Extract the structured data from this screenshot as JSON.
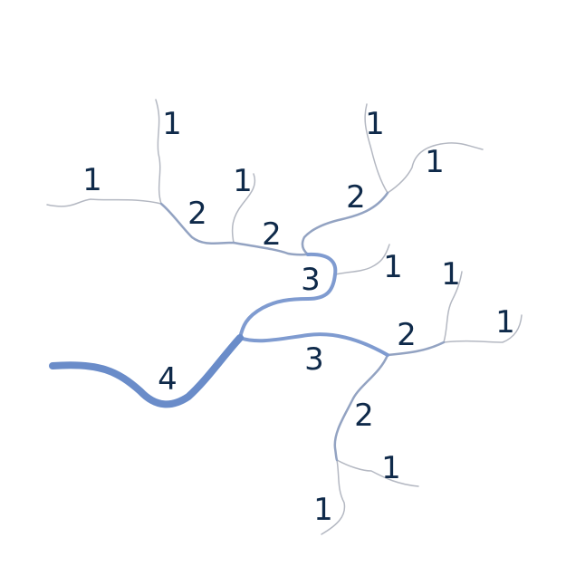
{
  "diagram": {
    "title": "",
    "colors": {
      "order_1": "#b4b8c2",
      "order_2": "#93a3c2",
      "order_3": "#7f9bd0",
      "order_4": "#6a8cc9",
      "label": "#0f2a4a"
    },
    "stream_orders": [
      {
        "id": "upper-left-tip-a",
        "order": "1"
      },
      {
        "id": "upper-left-tip-b",
        "order": "1"
      },
      {
        "id": "upper-left-tip-c",
        "order": "1"
      },
      {
        "id": "upper-right-tip-a",
        "order": "1"
      },
      {
        "id": "upper-right-tip-b",
        "order": "1"
      },
      {
        "id": "middle-right-tip",
        "order": "1"
      },
      {
        "id": "right-tip-a",
        "order": "1"
      },
      {
        "id": "right-tip-b",
        "order": "1"
      },
      {
        "id": "lower-tip-a",
        "order": "1"
      },
      {
        "id": "lower-tip-b",
        "order": "1"
      },
      {
        "id": "upper-left-branch",
        "order": "2"
      },
      {
        "id": "upper-middle-branch",
        "order": "2"
      },
      {
        "id": "upper-right-branch",
        "order": "2"
      },
      {
        "id": "right-branch",
        "order": "2"
      },
      {
        "id": "lower-branch",
        "order": "2"
      },
      {
        "id": "upper-main",
        "order": "3"
      },
      {
        "id": "lower-main",
        "order": "3"
      },
      {
        "id": "outlet",
        "order": "4"
      }
    ]
  }
}
